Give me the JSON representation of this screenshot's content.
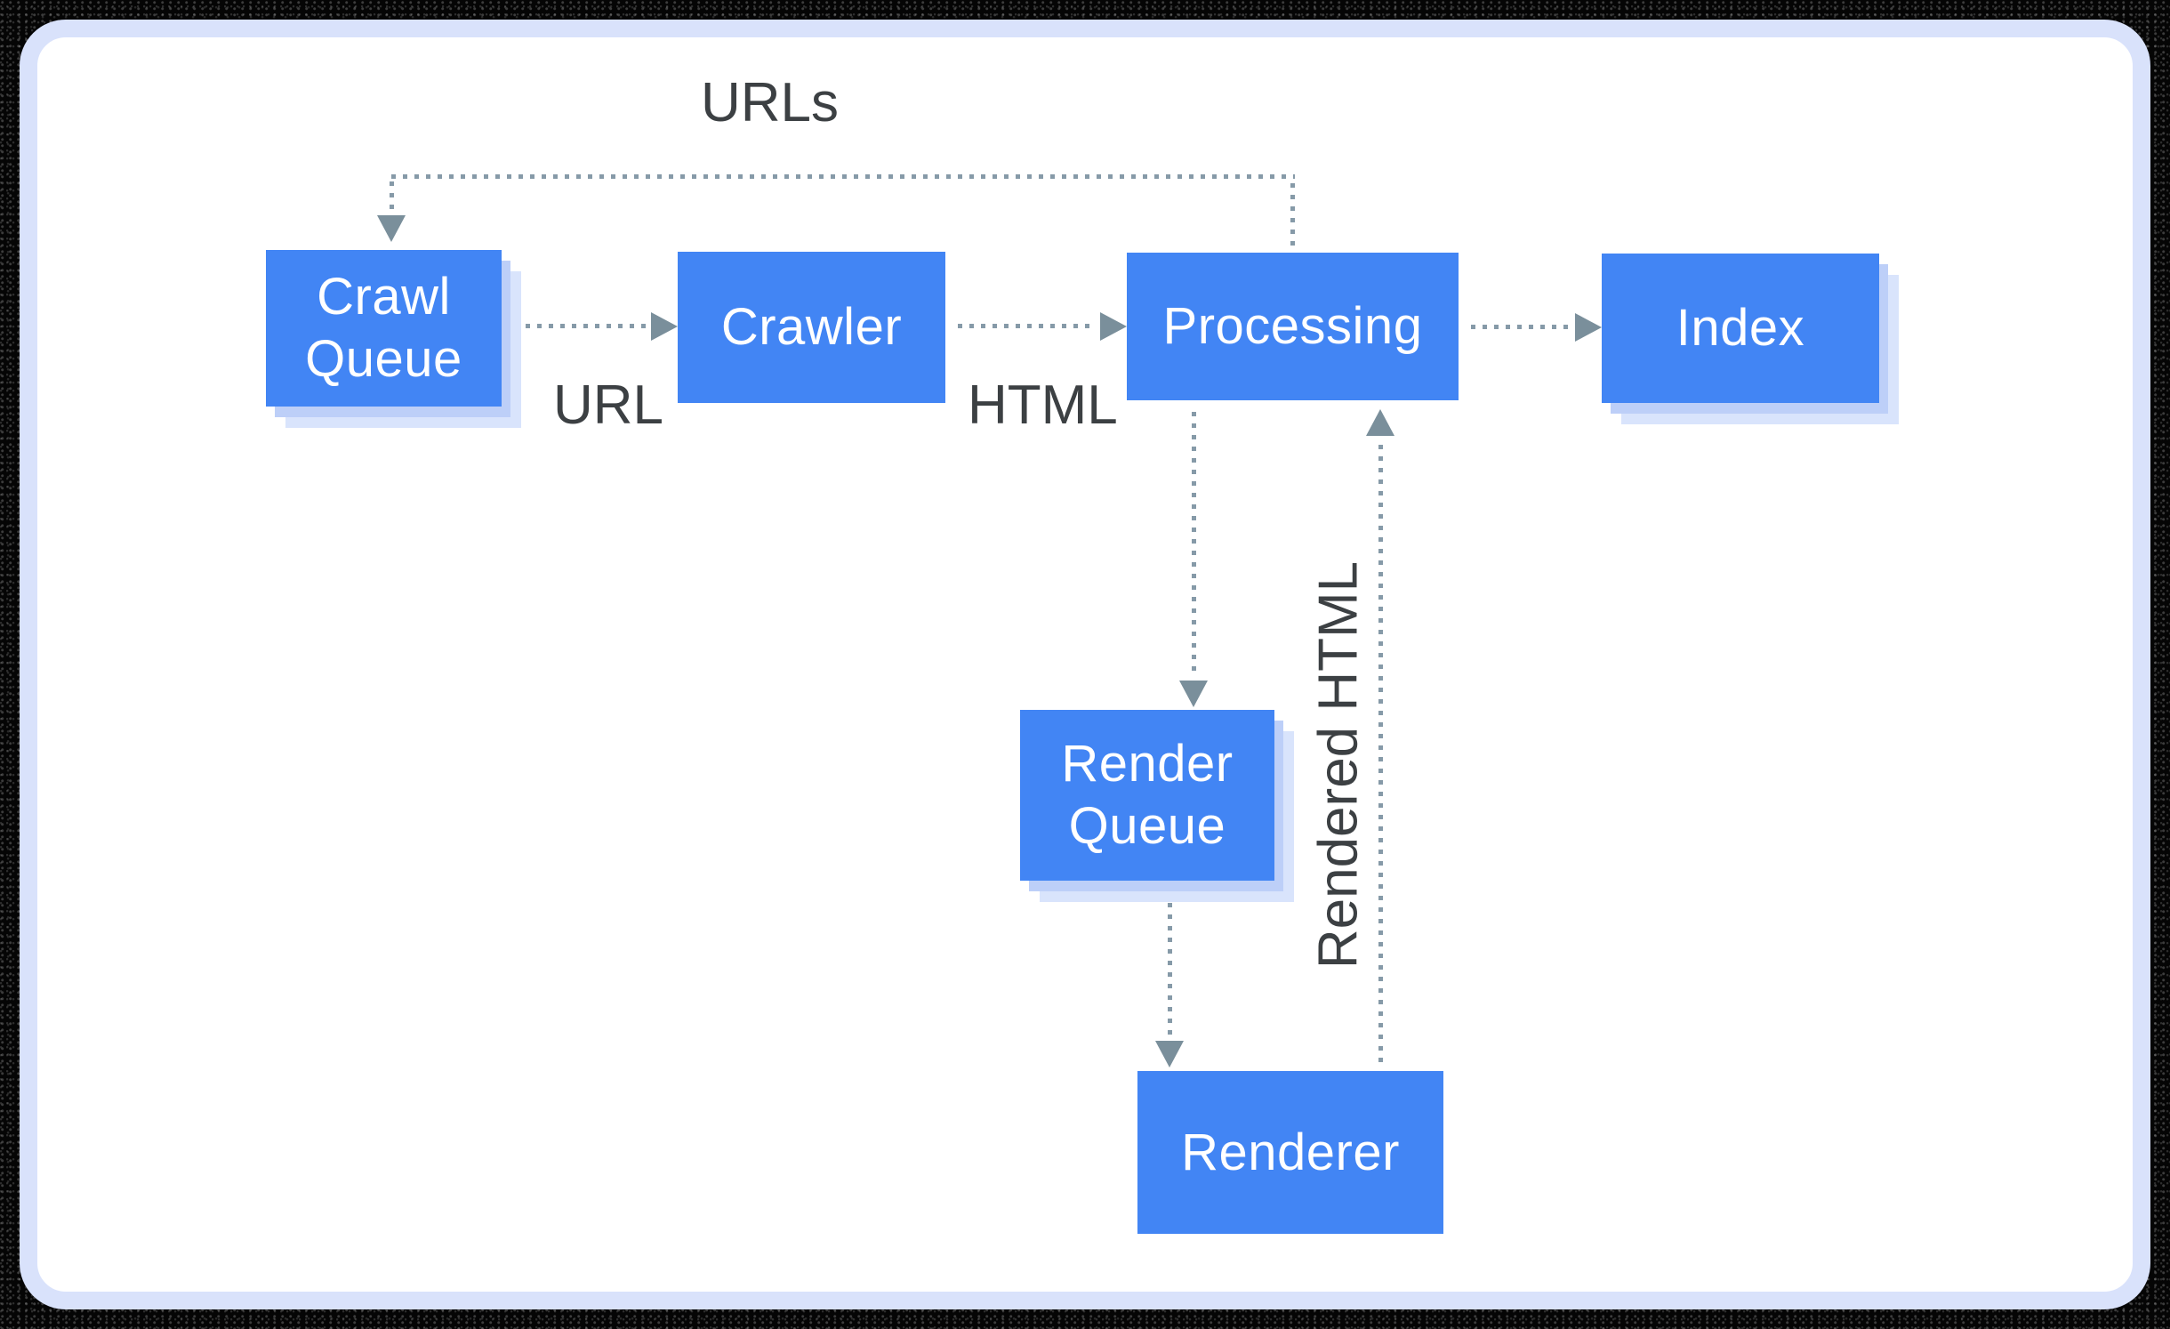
{
  "diagram": {
    "description": "Googlebot crawl, render and index pipeline flowchart",
    "nodes": [
      {
        "id": "crawl-queue",
        "label": "Crawl Queue"
      },
      {
        "id": "crawler",
        "label": "Crawler"
      },
      {
        "id": "processing",
        "label": "Processing"
      },
      {
        "id": "index",
        "label": "Index"
      },
      {
        "id": "render-queue",
        "label": "Render Queue"
      },
      {
        "id": "renderer",
        "label": "Renderer"
      }
    ],
    "edges": [
      {
        "from": "crawl-queue",
        "to": "crawler",
        "label": "URL",
        "style": "dotted"
      },
      {
        "from": "crawler",
        "to": "processing",
        "label": "HTML",
        "style": "dotted"
      },
      {
        "from": "processing",
        "to": "index",
        "label": "",
        "style": "dotted"
      },
      {
        "from": "processing",
        "to": "crawl-queue",
        "label": "URLs",
        "style": "dotted"
      },
      {
        "from": "processing",
        "to": "render-queue",
        "label": "",
        "style": "dotted"
      },
      {
        "from": "render-queue",
        "to": "renderer",
        "label": "",
        "style": "dotted"
      },
      {
        "from": "renderer",
        "to": "processing",
        "label": "Rendered HTML",
        "style": "dotted"
      }
    ]
  },
  "colors": {
    "node_blue": "#4285F4",
    "node_text": "#FFFFFF",
    "shadow_1": "#BDCFF8",
    "shadow_2": "#D9E4FC",
    "connector": "#869AA8",
    "arrowhead": "#7A8F9B",
    "label_text": "#3C4043",
    "panel_bg": "#FFFFFF",
    "panel_border": "#D9E2FB",
    "outer_bg": "#050505"
  }
}
